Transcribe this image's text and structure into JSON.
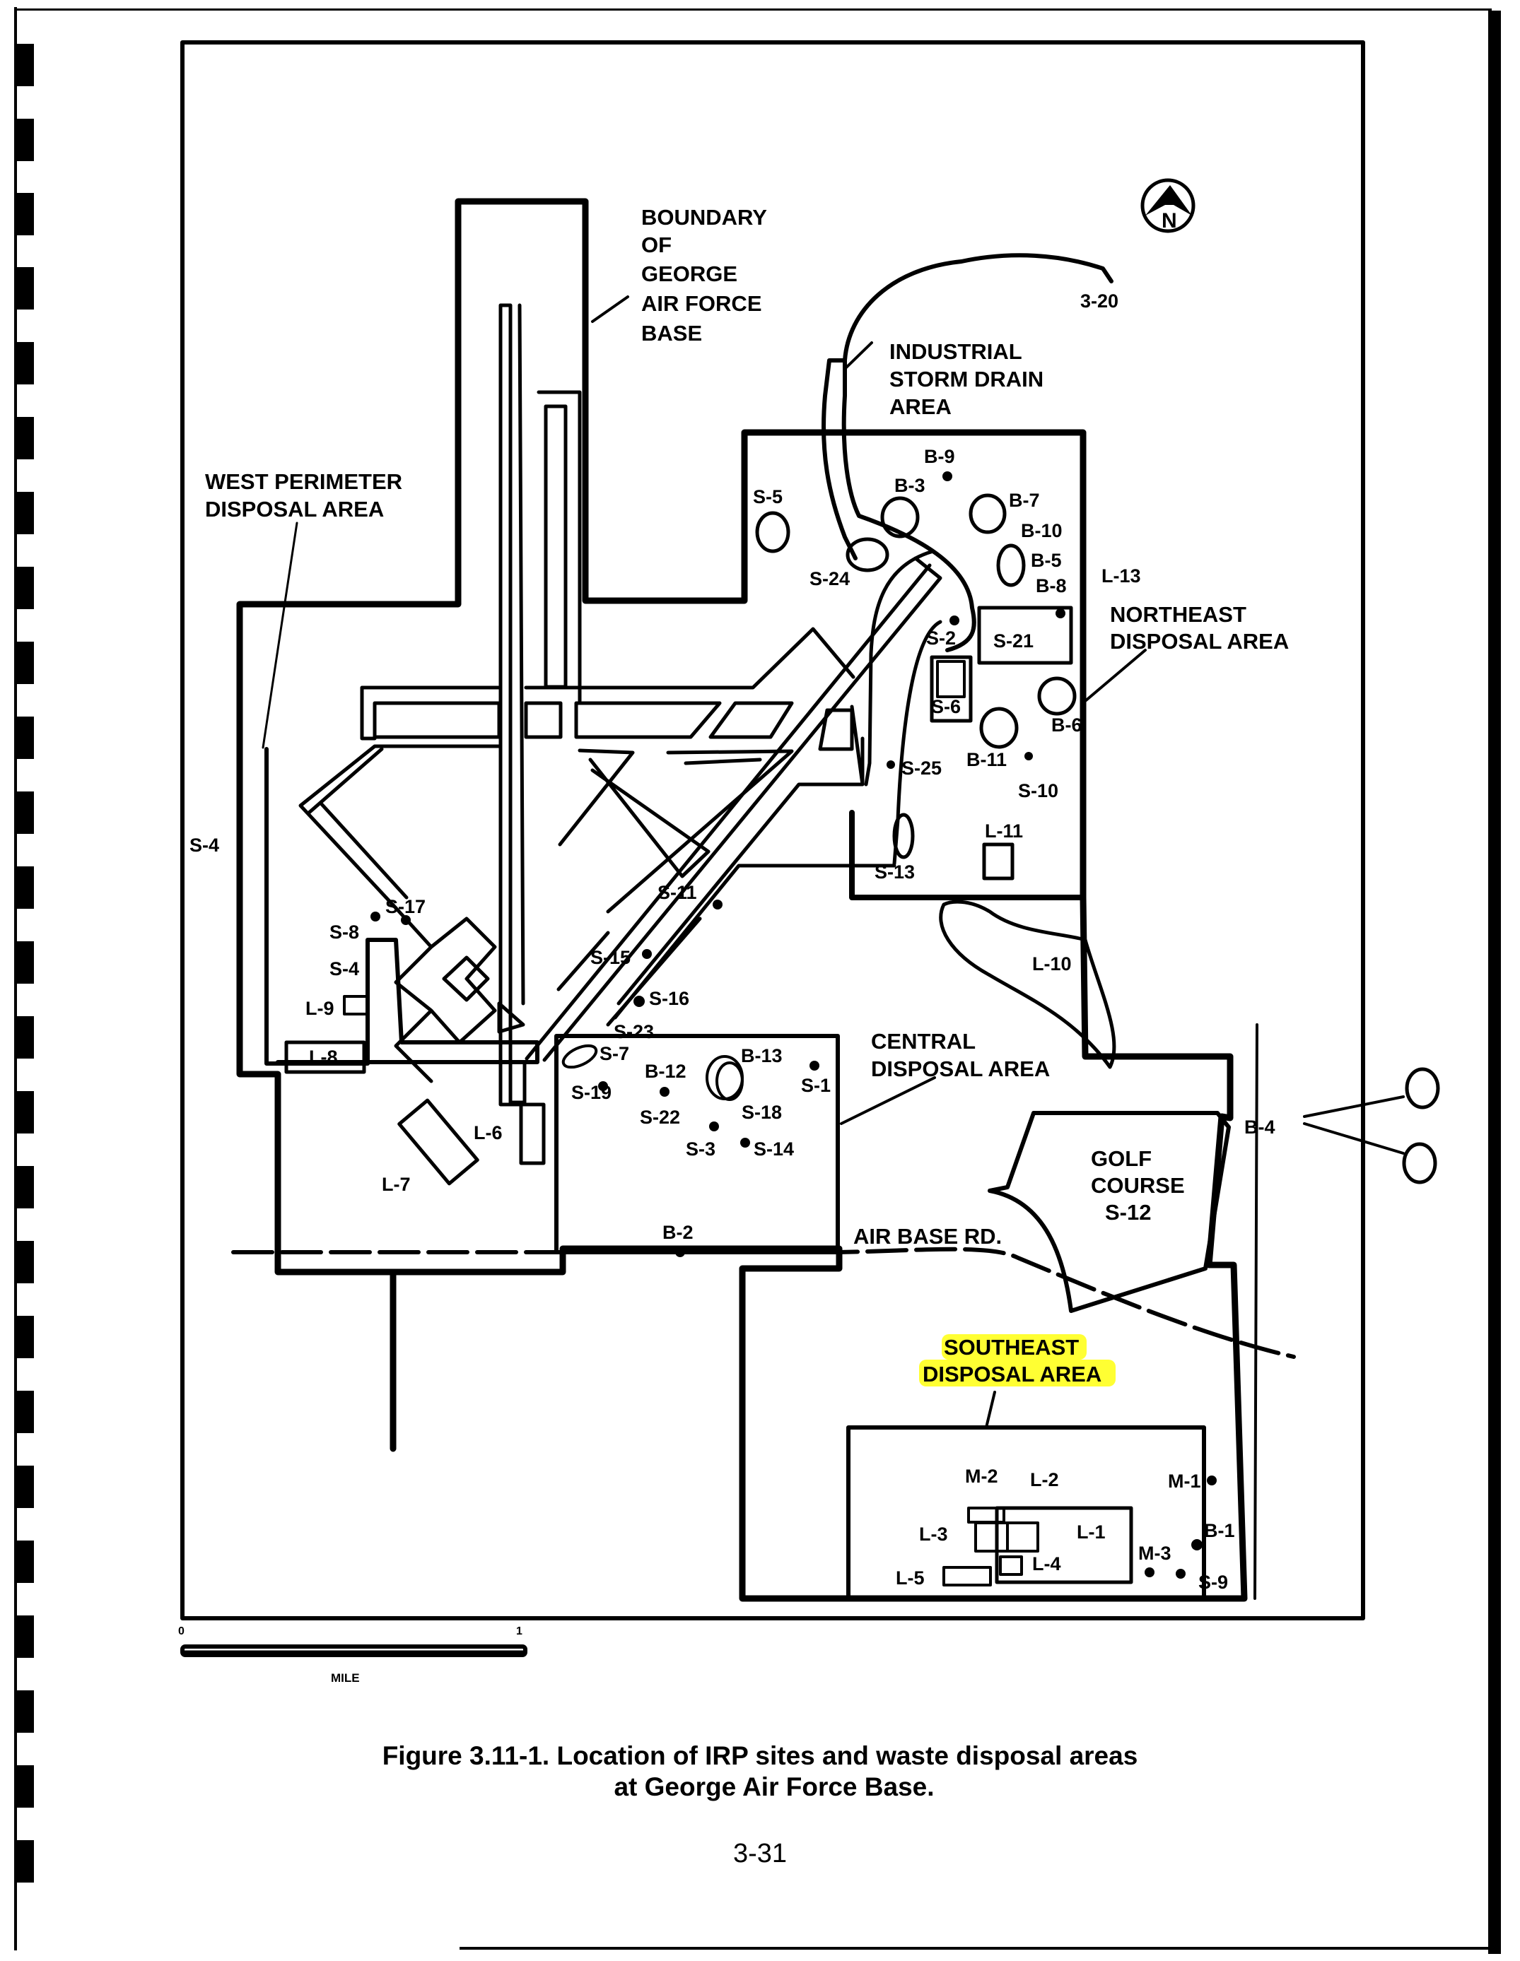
{
  "document": {
    "figure_caption_line1": "Figure 3.11-1.  Location of IRP sites and waste disposal areas",
    "figure_caption_line2": "at George Air Force Base.",
    "page_number": "3-31"
  },
  "map": {
    "north_arrow": {
      "icon": "north-arrow-icon",
      "letter": "N"
    },
    "area_labels": {
      "boundary": [
        "BOUNDARY",
        "OF",
        "GEORGE",
        "AIR FORCE",
        "BASE"
      ],
      "industrial_storm_drain": [
        "INDUSTRIAL",
        "STORM DRAIN",
        "AREA"
      ],
      "west_perimeter": [
        "WEST PERIMETER",
        "DISPOSAL AREA"
      ],
      "northeast": [
        "NORTHEAST",
        "DISPOSAL AREA"
      ],
      "central": [
        "CENTRAL",
        "DISPOSAL AREA"
      ],
      "southeast": [
        "SOUTHEAST",
        "DISPOSAL AREA"
      ],
      "golf_course": [
        "GOLF",
        "COURSE",
        "S-12"
      ],
      "road": "AIR BASE RD."
    },
    "highlight_color": "#ffff33",
    "site_labels": {
      "s20": "3-20",
      "b9": "B-9",
      "b3": "B-3",
      "b7": "B-7",
      "b10": "B-10",
      "b5": "B-5",
      "b8": "B-8",
      "s5": "S-5",
      "s24": "S-24",
      "l13": "L-13",
      "s2": "S-2",
      "s21": "S-21",
      "s6": "S-6",
      "b6": "B-6",
      "b11": "B-11",
      "s25": "S-25",
      "s10": "S-10",
      "l11": "L-11",
      "s13": "S-13",
      "l10": "L-10",
      "s4a": "S-4",
      "s4b": "S-4",
      "s17": "S-17",
      "s8": "S-8",
      "l9": "L-9",
      "l8": "L-8",
      "s11": "S-11",
      "s15": "S-15",
      "s16": "S-16",
      "s23": "S-23",
      "s7": "S-7",
      "b12": "B-12",
      "b13": "B-13",
      "s19": "S-19",
      "s22": "S-22",
      "s18": "S-18",
      "s1": "S-1",
      "s3": "S-3",
      "s14": "S-14",
      "b2": "B-2",
      "l6": "L-6",
      "l7": "L-7",
      "b4": "B-4",
      "m2": "M-2",
      "l2": "L-2",
      "l3": "L-3",
      "l1": "L-1",
      "l4": "L-4",
      "l5": "L-5",
      "m1": "M-1",
      "m3": "M-3",
      "b1": "B-1",
      "s9": "S-9"
    },
    "scale_bar": {
      "start": "0",
      "end": "1",
      "unit": "MILE"
    }
  }
}
